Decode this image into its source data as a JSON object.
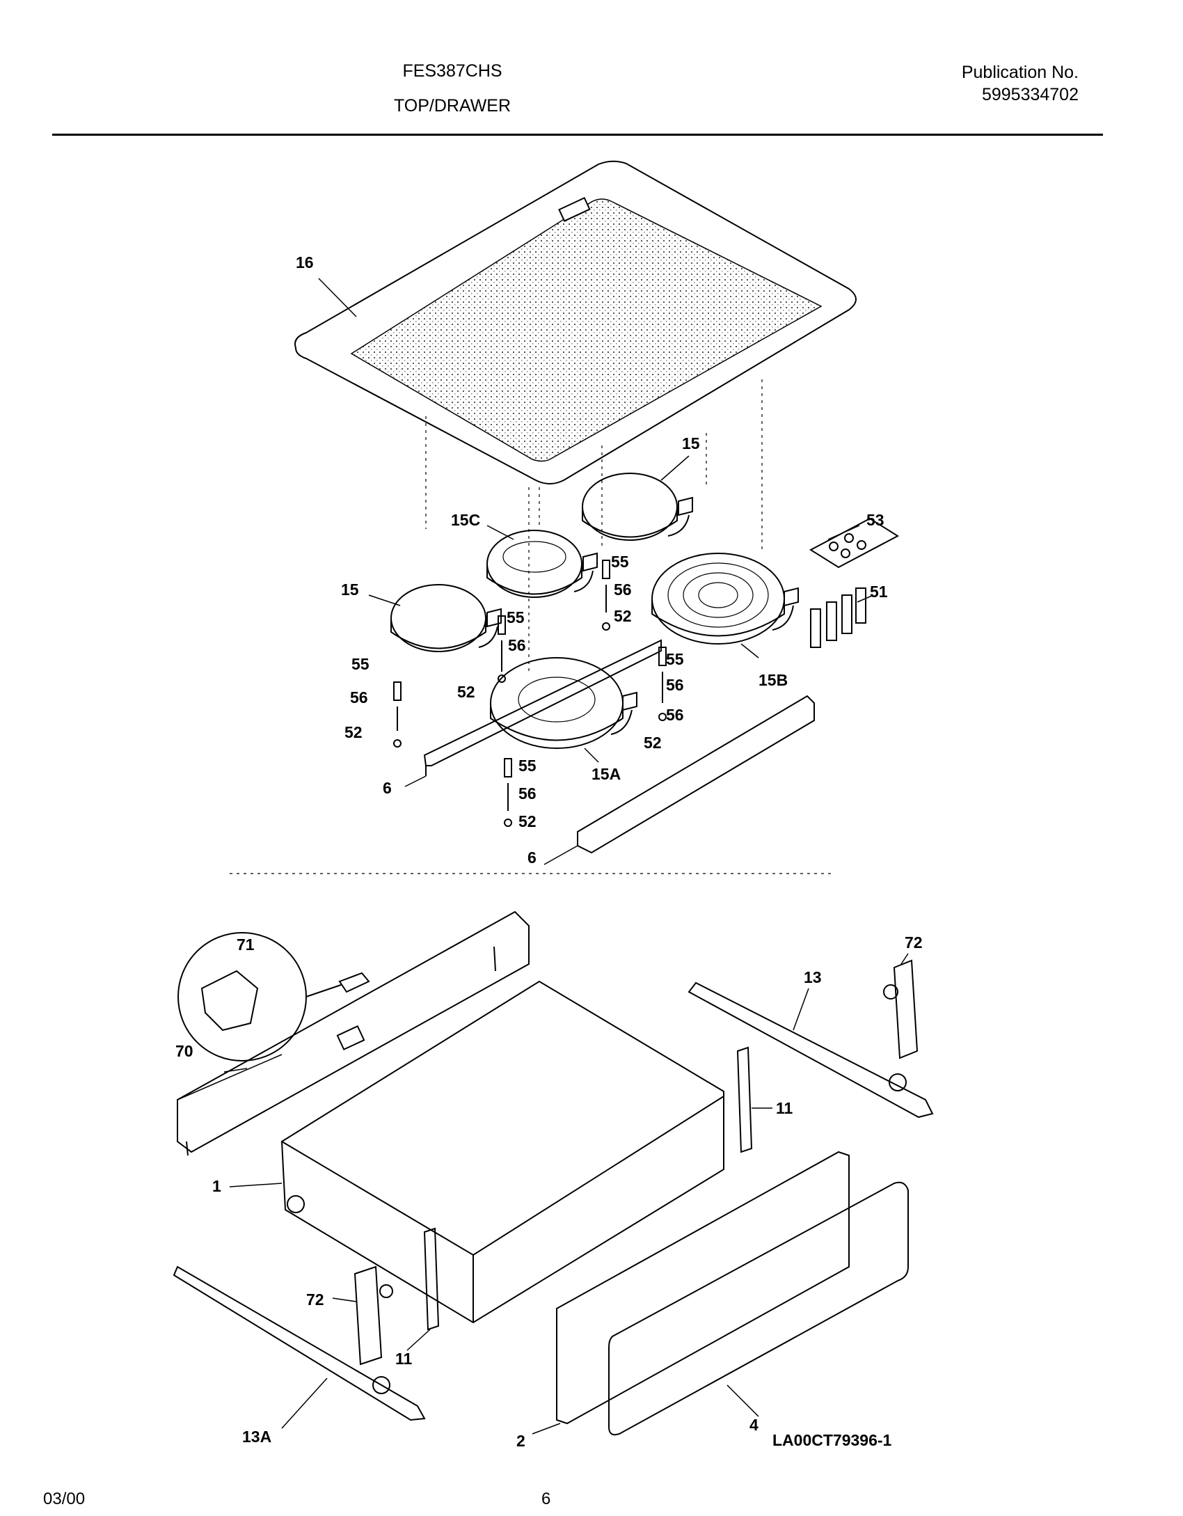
{
  "header": {
    "model": "FES387CHS",
    "section": "TOP/DRAWER",
    "publication_label": "Publication No.",
    "publication_number": "5995334702"
  },
  "diagram": {
    "top_labels": [
      "16",
      "15",
      "15C",
      "53",
      "55",
      "56",
      "15",
      "52",
      "55",
      "51",
      "56",
      "55",
      "56",
      "55",
      "15B",
      "52",
      "56",
      "56",
      "52",
      "52",
      "55",
      "15A",
      "6",
      "56",
      "52",
      "6"
    ],
    "drawer_labels": [
      "71",
      "72",
      "13",
      "70",
      "11",
      "1",
      "72",
      "11",
      "13A",
      "2",
      "4"
    ]
  },
  "footer": {
    "drawing_code": "LA00CT79396-1",
    "date": "03/00",
    "page": "6"
  }
}
